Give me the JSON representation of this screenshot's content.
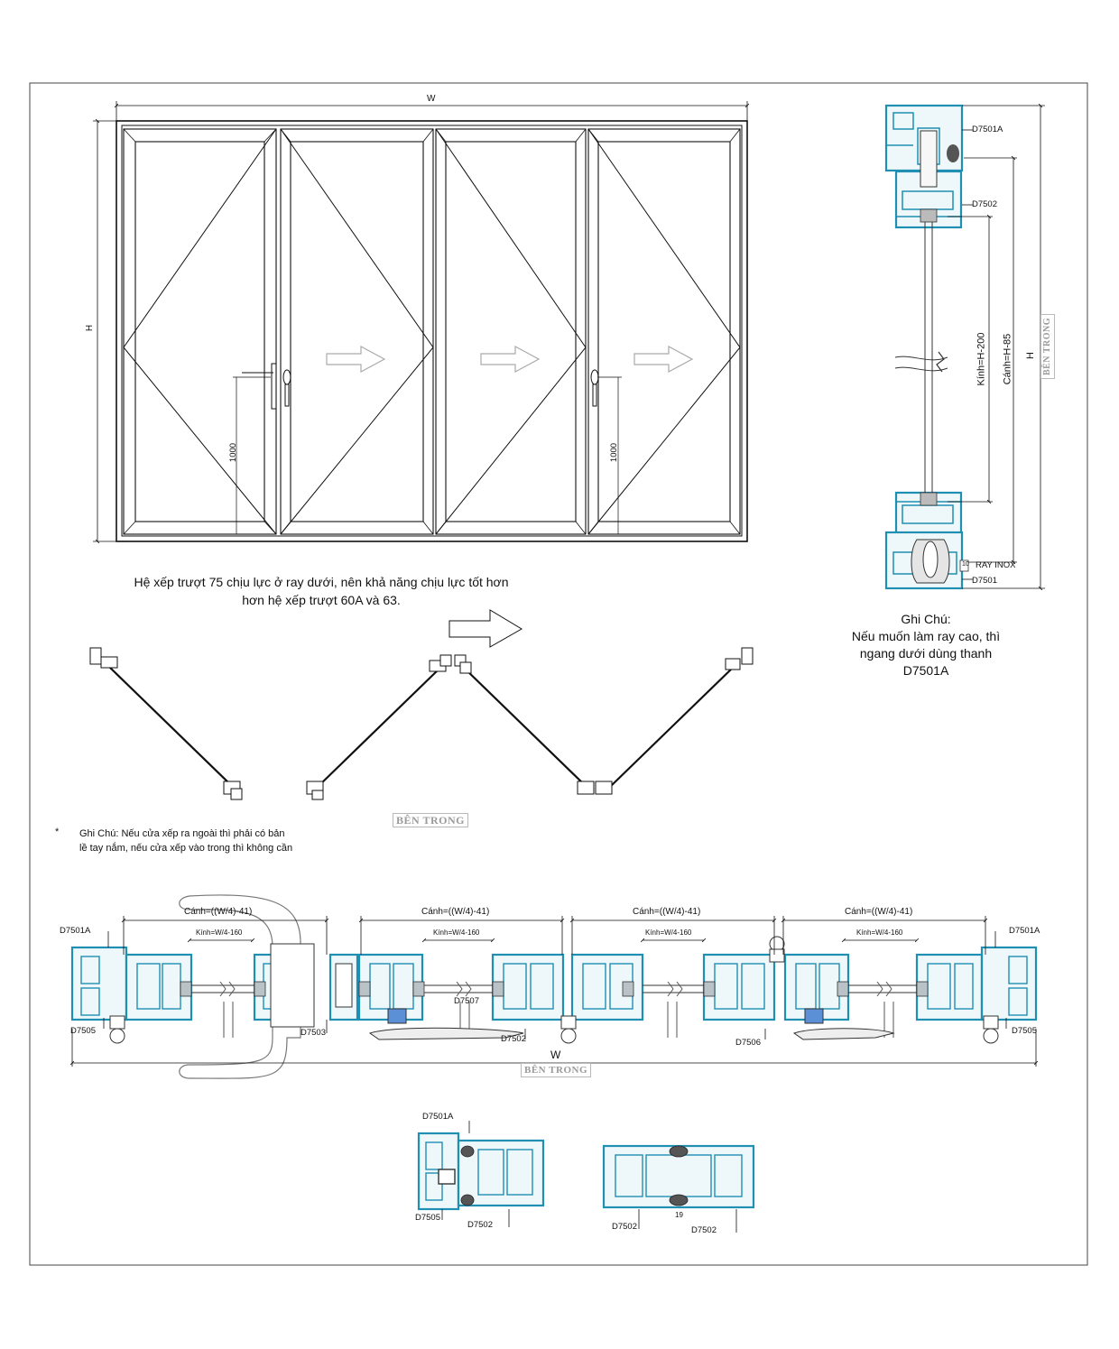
{
  "elevation": {
    "width_label": "W",
    "height_label": "H",
    "handle_height_left": "1000",
    "handle_height_right": "1000"
  },
  "section_vertical": {
    "top_profile": "D7501A",
    "transom_profile": "D7502",
    "glass_label": "Kính=H-200",
    "sash_label": "Cánh=H-85",
    "height_label": "H",
    "rail_label": "RAY INOX",
    "rail_size": "10",
    "bottom_profile": "D7501",
    "inside_stamp": "BÊN TRONG"
  },
  "description": {
    "line1": "Hệ xếp trượt 75 chịu lực ở ray dưới, nên khả năng chịu lực tốt hơn",
    "line2": "hơn hệ xếp trượt 60A và 63."
  },
  "side_note": {
    "title": "Ghi Chú:",
    "line1": "Nếu muốn làm ray cao, thì",
    "line2": "ngang dưới dùng thanh",
    "line3": "D7501A"
  },
  "fold_plan": {
    "inside_stamp": "BÊN TRONG"
  },
  "fold_note": {
    "asterisk": "*",
    "line1": "Ghi Chú: Nếu cửa xếp ra ngoài thì phải có bản",
    "line2": "lề tay nắm, nếu cửa xếp vào trong thì không cần"
  },
  "section_horizontal": {
    "sash_width_labels": [
      "Cánh=((W/4)-41)",
      "Cánh=((W/4)-41)",
      "Cánh=((W/4)-41)",
      "Cánh=((W/4)-41)"
    ],
    "glass_width_labels": [
      "Kính=W/4-160",
      "Kính=W/4-160",
      "Kính=W/4-160",
      "Kính=W/4-160"
    ],
    "profiles": {
      "left_frame": "D7501A",
      "right_frame": "D7501A",
      "left_pivot": "D7505",
      "right_pivot": "D7505",
      "handle_sash": "D7503",
      "middle_sash": "D7507",
      "bottom_sash": "D7502",
      "hinge": "D7506"
    },
    "width_label": "W",
    "inside_stamp": "BÊN TRONG"
  },
  "detail_sections": {
    "left": {
      "top": "D7501A",
      "bottom_left": "D7505",
      "bottom_right": "D7502"
    },
    "right": {
      "bottom_left": "D7502",
      "gap": "19",
      "bottom_right": "D7502"
    }
  },
  "colors": {
    "profile": "#1f8fb2",
    "profile_fill": "#e9f4f8",
    "line": "#111111",
    "stamp_text": "#9a9a9a"
  }
}
